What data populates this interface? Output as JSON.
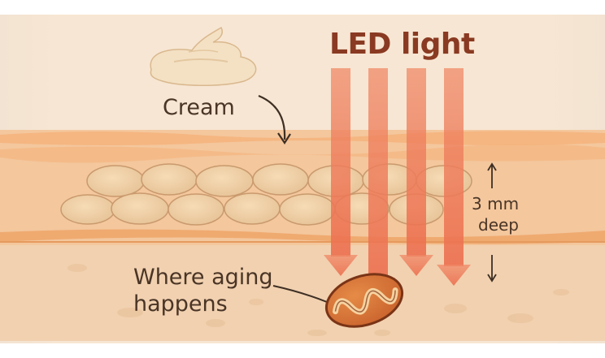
{
  "title": "LED light",
  "labels": {
    "cream": "Cream",
    "aging_line1": "Where aging",
    "aging_line2": "happens",
    "depth_value": "3 mm",
    "depth_unit": "deep"
  },
  "colors": {
    "background": "#f6e3cf",
    "dermis": "#f0cfae",
    "skin_band": "#f2b883",
    "cells": "#eecfa5",
    "cream": "#f5e3c8",
    "light_arrows": "#ee7e5e",
    "mitochondrion": "#d97a3c",
    "text": "#4a3526",
    "title": "#8a3a22"
  },
  "icons": [
    "cream-dollop-icon",
    "curved-arrow-icon",
    "light-arrow-icon",
    "mitochondrion-icon",
    "depth-arrow-icon"
  ]
}
